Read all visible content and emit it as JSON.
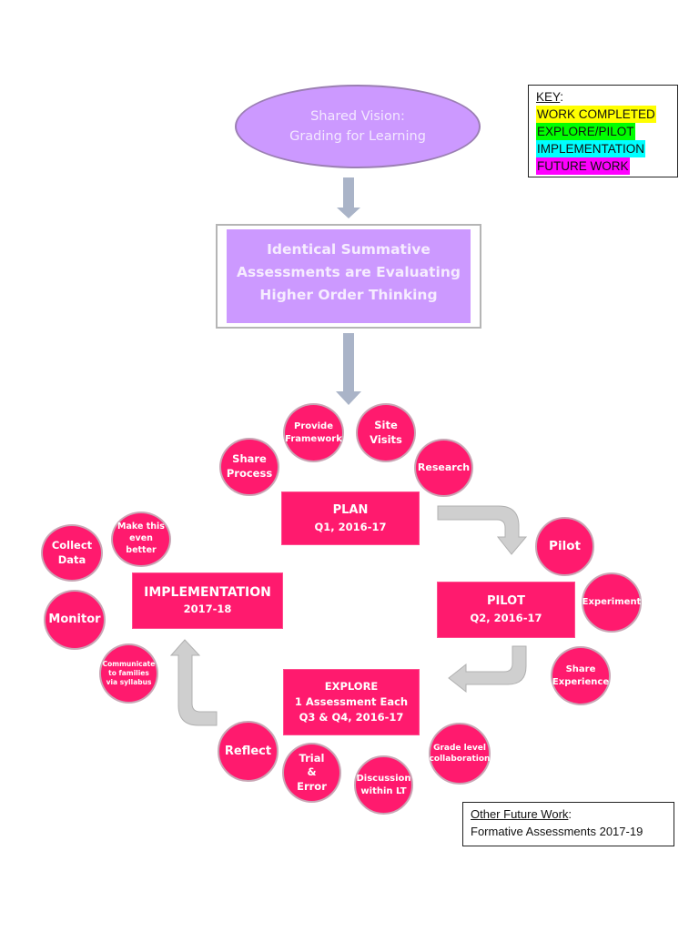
{
  "key": {
    "title": "KEY",
    "items": [
      {
        "label": "WORK COMPLETED",
        "color": "#ffff00"
      },
      {
        "label": "EXPLORE/PILOT",
        "color": "#00ff00"
      },
      {
        "label": "IMPLEMENTATION",
        "color": "#00ffff"
      },
      {
        "label": "FUTURE WORK",
        "color": "#ff00ff"
      }
    ]
  },
  "vision": {
    "line1": "Shared Vision:",
    "line2": "Grading for Learning"
  },
  "goal": {
    "line1": "Identical Summative",
    "line2": "Assessments are Evaluating",
    "line3": "Higher Order Thinking"
  },
  "phases": {
    "plan": {
      "title": "PLAN",
      "sub": "Q1, 2016-17"
    },
    "pilot": {
      "title": "PILOT",
      "sub": "Q2, 2016-17"
    },
    "explore": {
      "title": "EXPLORE",
      "sub1": "1 Assessment Each",
      "sub2": "Q3 & Q4, 2016-17"
    },
    "implementation": {
      "title": "IMPLEMENTATION",
      "sub": "2017-18"
    }
  },
  "circles": {
    "share_process": "Share Process",
    "provide_framework": "Provide Framework",
    "site_visits": "Site Visits",
    "research": "Research",
    "pilot": "Pilot",
    "experiment": "Experiment",
    "share_experience": "Share Experience",
    "grade_level": "Grade level collaboration",
    "discussion": "Discussion within LT",
    "trial_error": "Trial & Error",
    "reflect": "Reflect",
    "communicate": "Communicate to families via syllabus",
    "monitor": "Monitor",
    "collect_data": "Collect Data",
    "make_better": "Make this even better"
  },
  "note": {
    "title": "Other Future Work",
    "body": "Formative Assessments 2017-19"
  },
  "colors": {
    "phase_pink": "#ff1a6e",
    "lavender": "#cc99ff",
    "arrow_gray": "#c8c8c8",
    "arrow_blue": "#aab4c8"
  }
}
